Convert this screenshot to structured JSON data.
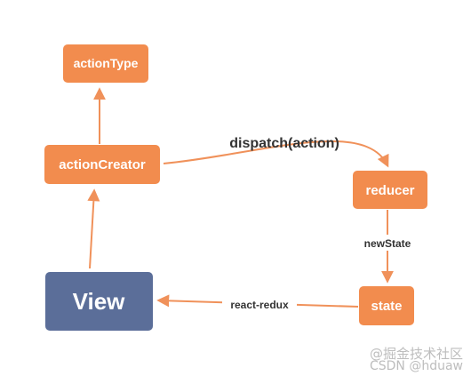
{
  "colors": {
    "node_orange": "#f28c4e",
    "node_blue": "#5b6e99",
    "arrow": "#f0915a",
    "edge_text": "#333333",
    "watermark": "#bdbdbd"
  },
  "nodes": {
    "action_type": "actionType",
    "action_creator": "actionCreator",
    "reducer": "reducer",
    "state": "state",
    "view": "View"
  },
  "edges": {
    "dispatch": "dispatch(action)",
    "new_state": "newState",
    "react_redux": "react-redux"
  },
  "watermark": {
    "line1": "@掘金技术社区",
    "line2": "CSDN @hduaw"
  }
}
